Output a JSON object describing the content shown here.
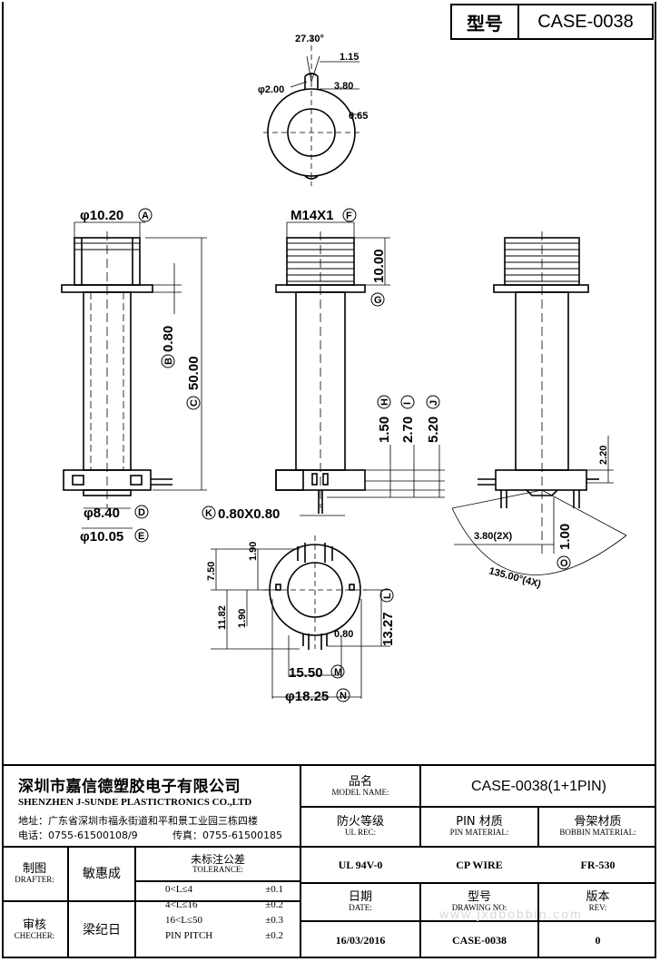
{
  "header": {
    "type_label": "型号",
    "case_code": "CASE-0038"
  },
  "drawing": {
    "top_view": {
      "angle": "27.30°",
      "dim_1_15": "1.15",
      "dia_2": "φ2.00",
      "dim_3_80": "3.80",
      "dim_0_65": "0.65"
    },
    "left_view": {
      "dia_top": "φ10.20",
      "tag_a": "A",
      "dim_0_80": "0.80",
      "tag_b": "B",
      "dim_50": "50.00",
      "tag_c": "C",
      "dia_inner": "φ8.40",
      "tag_d": "D",
      "dia_bottom": "φ10.05",
      "tag_e": "E"
    },
    "mid_view": {
      "thread": "M14X1",
      "tag_f": "F",
      "dim_10": "10.00",
      "tag_g": "G",
      "dim_1_50": "1.50",
      "tag_h": "H",
      "dim_2_70": "2.70",
      "tag_i": "I",
      "dim_5_20": "5.20",
      "tag_j": "J",
      "pin": "0.80X0.80",
      "tag_k": "K"
    },
    "right_view": {
      "dim_2_20": "2.20",
      "dim_3_80": "3.80(2X)",
      "dim_1_00": "1.00",
      "tag_o": "O",
      "angle": "135.00°(4X)"
    },
    "bottom_view": {
      "dim_7_50": "7.50",
      "dim_1_90a": "1.90",
      "dim_11_82": "11.82",
      "dim_1_90b": "1.90",
      "dim_0_80": "0.80",
      "dim_13_27": "13.27",
      "tag_l": "L",
      "dia_15_50": "15.50",
      "tag_m": "M",
      "dia_18_25": "φ18.25",
      "tag_n": "N"
    }
  },
  "title_block": {
    "company_cn": "深圳市嘉信德塑胶电子有限公司",
    "company_en": "SHENZHEN J-SUNDE PLASTICTRONICS CO.,LTD",
    "address": "地址：广东省深圳市福永街道和平和景工业园三栋四楼",
    "phone": "电话：0755-61500108/9",
    "fax": "传真：0755-61500185",
    "model_name_cn": "品名",
    "model_name_en": "MODEL NAME:",
    "model_value": "CASE-0038(1+1PIN)",
    "ul_cn": "防火等级",
    "ul_en": "UL REC:",
    "pin_mat_cn": "PIN 材质",
    "pin_mat_en": "PIN MATERIAL:",
    "bobbin_mat_cn": "骨架材质",
    "bobbin_mat_en": "BOBBIN MATERIAL:",
    "ul_value": "UL 94V-0",
    "pin_value": "CP WIRE",
    "bobbin_value": "FR-530",
    "drafter_cn": "制图",
    "drafter_en": "DRAFTER:",
    "drafter_name": "敏惠成",
    "checker_cn": "审核",
    "checker_en": "CHECHER:",
    "checker_name": "梁纪日",
    "tolerance_cn": "未标注公差",
    "tolerance_en": "TOLERANCE:",
    "tolerances": [
      {
        "range": "0<L≤4",
        "value": "±0.1"
      },
      {
        "range": "4<L≤16",
        "value": "±0.2"
      },
      {
        "range": "16<L≤50",
        "value": "±0.3"
      },
      {
        "range": "PIN PITCH",
        "value": "±0.2"
      }
    ],
    "date_cn": "日期",
    "date_en": "DATE:",
    "date_value": "16/03/2016",
    "drawing_no_cn": "型号",
    "drawing_no_en": "DRAWING NO:",
    "drawing_no_value": "CASE-0038",
    "rev_cn": "版本",
    "rev_en": "REV:",
    "rev_value": "0",
    "watermark": "www.jxdbobbin.com"
  }
}
